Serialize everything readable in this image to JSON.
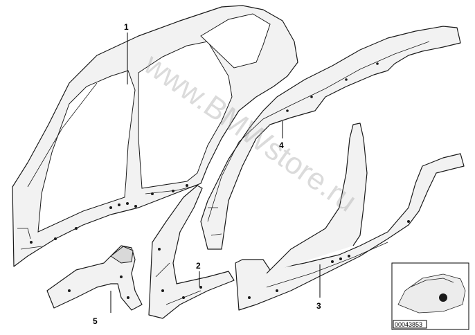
{
  "diagram": {
    "callouts": [
      {
        "id": "1",
        "label": "1"
      },
      {
        "id": "2",
        "label": "2"
      },
      {
        "id": "3",
        "label": "3"
      },
      {
        "id": "4",
        "label": "4"
      },
      {
        "id": "5",
        "label": "5"
      }
    ],
    "watermark": "www.BMWstore.ru",
    "thumbnail": {
      "image_id": "00043853"
    }
  }
}
